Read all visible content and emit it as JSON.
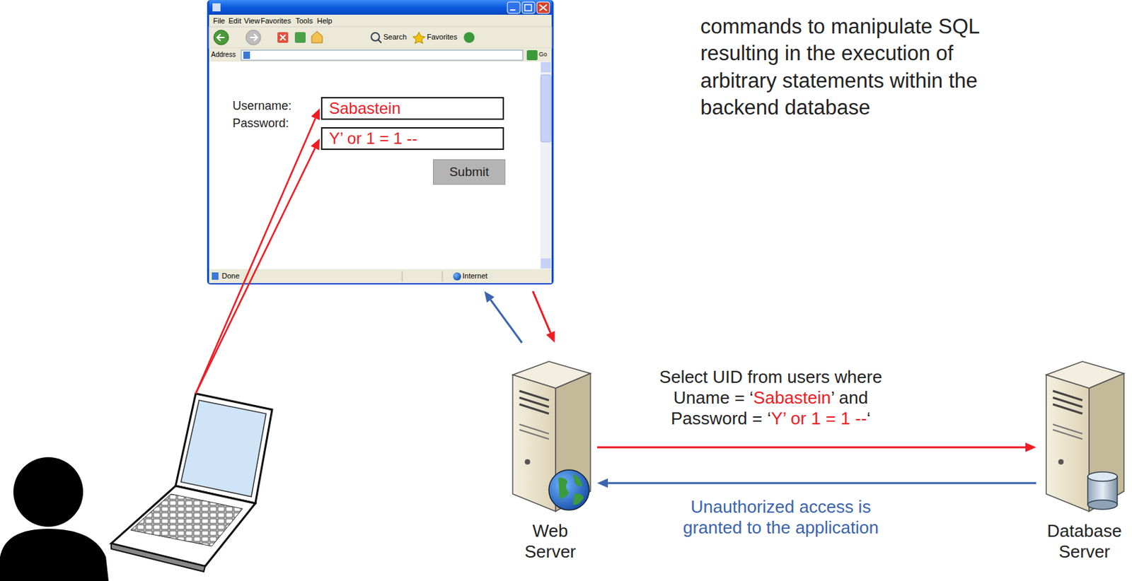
{
  "diagram": {
    "nodes": [
      {
        "text": [
          "Username:",
          "Password:"
        ]
      },
      {
        "text": [
          "Sabastein"
        ],
        "in": 0
      },
      {
        "text": [
          "Y’ or 1 = 1 --"
        ],
        "in": 0
      },
      {
        "text": [
          "Submit"
        ],
        "in": 0
      },
      {
        "text": [
          "Web Server"
        ]
      },
      {
        "text": [
          "Database Server"
        ]
      }
    ],
    "edges": [
      {
        "from": 0,
        "to": 4,
        "arrow": "to"
      },
      {
        "from": 4,
        "to": 0,
        "arrow": "to"
      },
      {
        "from": 4,
        "to": 5,
        "label": "Select UID from users where Uname = ‘Sabastein’ and Password = ‘Y’ or 1 = 1 --‘",
        "arrow": "to"
      },
      {
        "from": 5,
        "to": 4,
        "label": "Unauthorized access is granted to the application",
        "arrow": "to"
      }
    ],
    "labels": [
      "commands to manipulate SQL resulting in the execution of arbitrary statements within the backend database",
      "File",
      "Edit",
      "View",
      "Favorites",
      "Tools",
      "Help",
      "Search",
      "Favorites",
      "Address",
      "Go",
      "Done",
      "Internet"
    ]
  }
}
